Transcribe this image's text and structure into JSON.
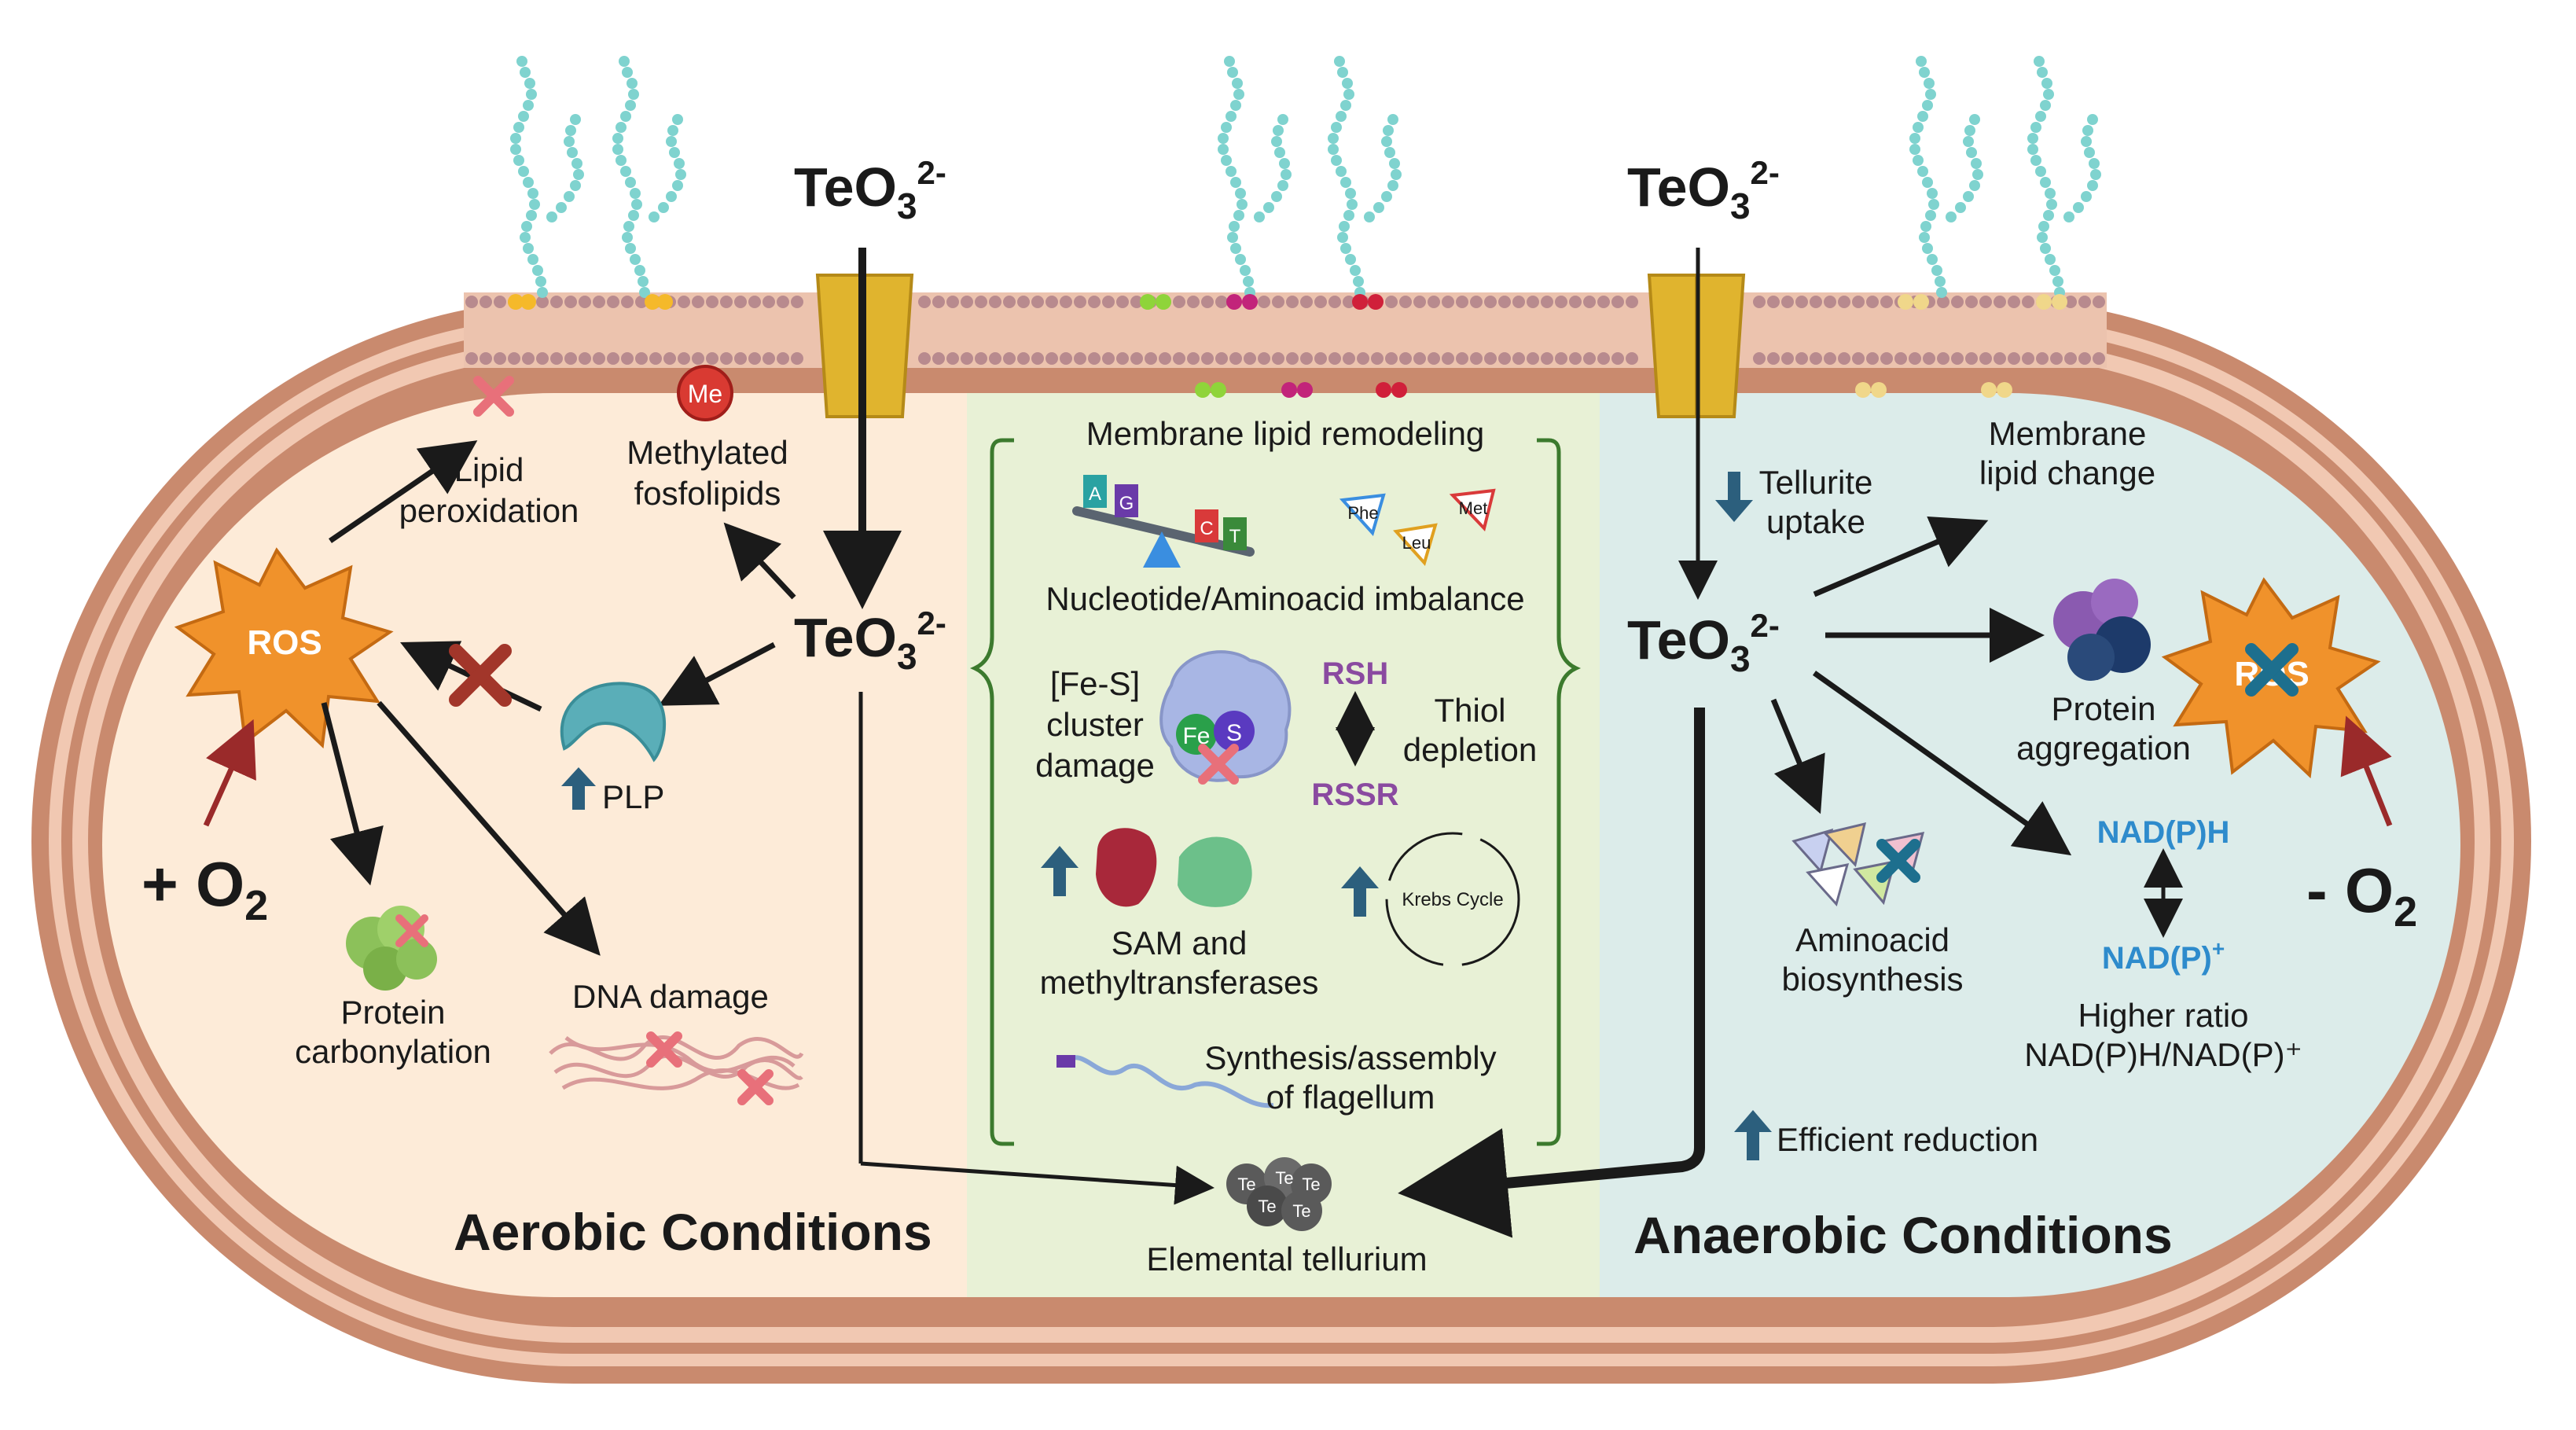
{
  "left": {
    "teo3_top": "TeO",
    "teo3_mid": "TeO",
    "charge": "2-",
    "sub3": "3",
    "lipid_peroxidation": [
      "Lipid",
      "peroxidation"
    ],
    "methylated": [
      "Methylated",
      "fosfolipids"
    ],
    "me_badge": "Me",
    "ros": "ROS",
    "plp": "PLP",
    "o2_plus": "+ O",
    "o2_sub": "2",
    "protein_carbonylation": [
      "Protein",
      "carbonylation"
    ],
    "dna_damage": "DNA damage",
    "title": "Aerobic Conditions"
  },
  "middle": {
    "membrane_remodeling": "Membrane lipid remodeling",
    "nucleotides": [
      "A",
      "G",
      "C",
      "T"
    ],
    "aminoacids": [
      "Phe",
      "Leu",
      "Met"
    ],
    "imbalance": "Nucleotide/Aminoacid imbalance",
    "fes_label": [
      "[Fe-S]",
      "cluster",
      "damage"
    ],
    "fe": "Fe",
    "s": "S",
    "rsh": "RSH",
    "rssr": "RSSR",
    "thiol": [
      "Thiol",
      "depletion"
    ],
    "sam": [
      "SAM and",
      "methyltransferases"
    ],
    "krebs": "Krebs Cycle",
    "flagellum": [
      "Synthesis/assembly",
      "of flagellum"
    ],
    "te": "Te",
    "elemental": "Elemental tellurium"
  },
  "right": {
    "teo3_top": "TeO",
    "teo3_mid": "TeO",
    "tellurite_uptake": [
      "Tellurite",
      "uptake"
    ],
    "membrane_change": [
      "Membrane",
      "lipid change"
    ],
    "protein_aggregation": [
      "Protein",
      "aggregation"
    ],
    "ros": "ROS",
    "nadph": "NAD(P)H",
    "nadp": "NAD(P)",
    "nadp_sup": "+",
    "higher_ratio": [
      "Higher ratio",
      "NAD(P)H/NAD(P)⁺"
    ],
    "aminoacid_biosynthesis": [
      "Aminoacid",
      "biosynthesis"
    ],
    "efficient": "Efficient reduction",
    "o2_minus": "- O",
    "title": "Anaerobic Conditions"
  },
  "colors": {
    "membrane_outer": "#c98a6e",
    "membrane_inner": "#f1c8b2",
    "aerobic_bg": "#fdebd8",
    "middle_bg": "#e8f1d6",
    "anaerobic_bg": "#dcecea",
    "porin": "#e0b42e",
    "ros": "#f0922b",
    "lps": "#7fd3cf",
    "red_x": "#e8707a",
    "dark_x": "#a2362a",
    "blue_x": "#1d6f8e",
    "up_arrow": "#2c5f7d",
    "purple_text": "#8a4aa0",
    "nad_blue": "#2e8bcc",
    "o2_arrow": "#9a2a2a",
    "frame_green": "#3c7a2e"
  }
}
